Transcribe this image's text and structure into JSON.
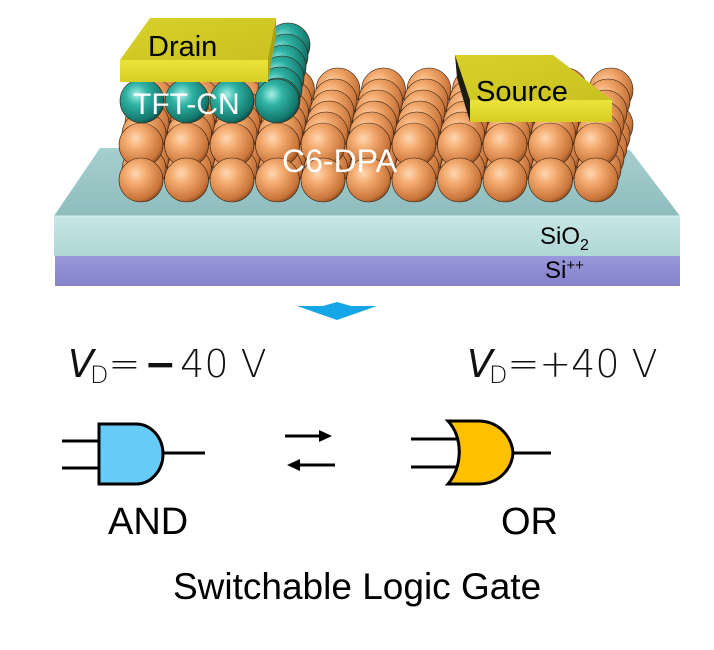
{
  "device": {
    "drain_label": "Drain",
    "source_label": "Source",
    "organic_top_label": "TFT-CN",
    "organic_bottom_label": "C6-DPA",
    "dielectric_label": "SiO",
    "dielectric_subscript": "2",
    "gate_label": "Si",
    "gate_superscript": "++"
  },
  "colors": {
    "electrode": "#d9d22a",
    "tftcn_spheres": "#2aa89a",
    "c6dpa_spheres": "#f0a468",
    "sio2": "#b9dedd",
    "si": "#8f8fd6",
    "arrow": "#14a6e6",
    "and_gate": "#66ccf5",
    "or_gate": "#ffc000"
  },
  "conditions": {
    "left": {
      "symbol": "V",
      "subscript": "D",
      "equals": "=",
      "sign": "−",
      "value": "40",
      "unit": "V"
    },
    "right": {
      "symbol": "V",
      "subscript": "D",
      "equals": "=",
      "sign": "+",
      "value": "40",
      "unit": "V"
    }
  },
  "gates": {
    "left_label": "AND",
    "right_label": "OR",
    "switch_icon": "reversible-arrows"
  },
  "caption": "Switchable Logic Gate"
}
